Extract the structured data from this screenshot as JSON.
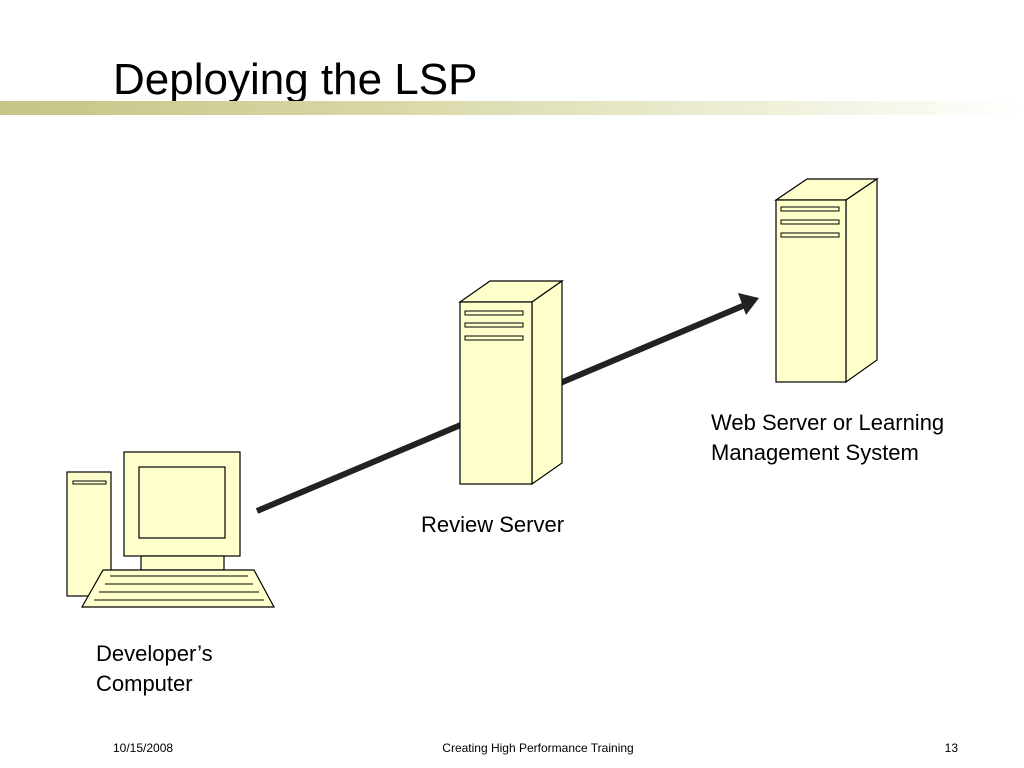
{
  "slide": {
    "title": "Deploying the LSP"
  },
  "diagram": {
    "nodes": [
      {
        "id": "developer",
        "label": "Developer’s\nComputer",
        "icon": "desktop-computer-icon"
      },
      {
        "id": "review",
        "label": "Review Server",
        "icon": "server-tower-icon"
      },
      {
        "id": "web",
        "label": "Web Server or Learning\nManagement System",
        "icon": "server-tower-icon"
      }
    ],
    "edges": [
      {
        "from": "developer",
        "to": "web",
        "style": "arrow"
      }
    ]
  },
  "footer": {
    "date": "10/15/2008",
    "title": "Creating High Performance Training",
    "page": "13"
  },
  "colors": {
    "device_fill": "#ffffcc",
    "outline": "#000000",
    "arrow": "#222222",
    "title_bar": "#c5c587"
  }
}
